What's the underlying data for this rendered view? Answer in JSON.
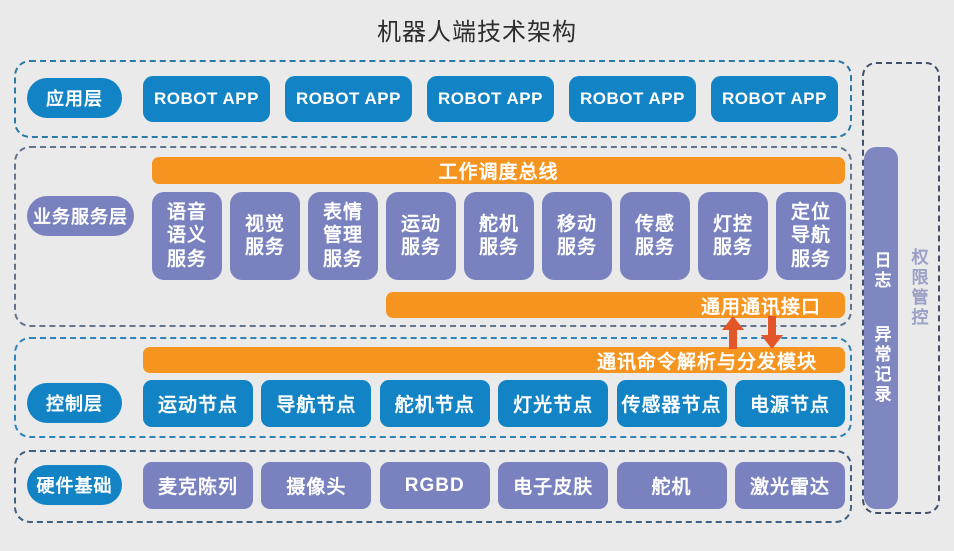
{
  "title": "机器人端技术架构",
  "app_layer": {
    "label": "应用层",
    "apps": [
      "ROBOT APP",
      "ROBOT APP",
      "ROBOT APP",
      "ROBOT APP",
      "ROBOT APP"
    ]
  },
  "service_layer": {
    "label": "业务服务层",
    "bus": "工作调度总线",
    "services": [
      "语音\n语义\n服务",
      "视觉\n服务",
      "表情\n管理\n服务",
      "运动\n服务",
      "舵机\n服务",
      "移动\n服务",
      "传感\n服务",
      "灯控\n服务",
      "定位\n导航\n服务"
    ],
    "interface": "通用通讯接口"
  },
  "control_layer": {
    "label": "控制层",
    "module": "通讯命令解析与分发模块",
    "nodes": [
      "运动节点",
      "导航节点",
      "舵机节点",
      "灯光节点",
      "传感器节点",
      "电源节点"
    ]
  },
  "hardware_layer": {
    "label": "硬件基础",
    "components": [
      "麦克陈列",
      "摄像头",
      "RGBD",
      "电子皮肤",
      "舵机",
      "激光雷达"
    ]
  },
  "sidebar": {
    "log_line1": "日志",
    "log_line2": "异常记录",
    "permission": "权限管控"
  },
  "colors": {
    "background": "#eaeaea",
    "blue": "#1283c5",
    "purple": "#7982bf",
    "orange": "#f5941f",
    "arrow": "#e2562a",
    "log_bar": "#7f87c0",
    "permission_text": "#9aa0c6"
  }
}
